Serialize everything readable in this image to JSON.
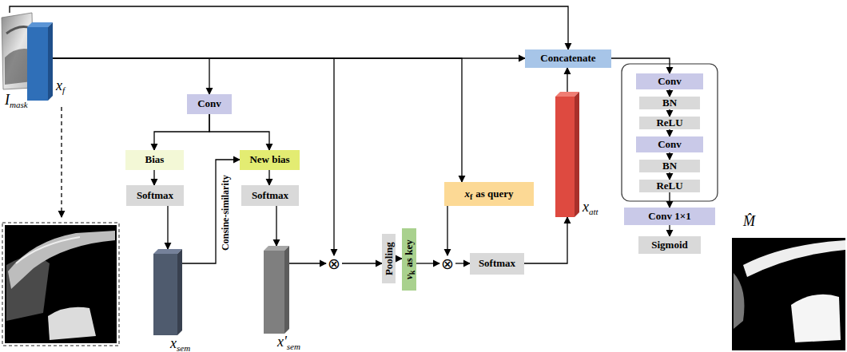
{
  "diagram": {
    "nodes": [
      {
        "text": [
          "I",
          "mask"
        ]
      },
      {
        "text": [
          "x",
          "f"
        ]
      },
      {
        "text": [
          "Conv"
        ]
      },
      {
        "text": [
          "Bias"
        ]
      },
      {
        "text": [
          "New bias"
        ]
      },
      {
        "text": [
          "Softmax"
        ]
      },
      {
        "text": [
          "Softmax"
        ]
      },
      {
        "text": [
          "x",
          "sem"
        ]
      },
      {
        "text": [
          "x'",
          "sem"
        ]
      },
      {
        "text": [
          "⊗"
        ]
      },
      {
        "text": [
          "Pooling"
        ]
      },
      {
        "text": [
          "v",
          "k",
          "as key"
        ]
      },
      {
        "text": [
          "x",
          "f",
          "as query"
        ]
      },
      {
        "text": [
          "⊗"
        ]
      },
      {
        "text": [
          "Softmax"
        ]
      },
      {
        "text": [
          "x",
          "att"
        ]
      },
      {
        "text": [
          "Concatenate"
        ]
      },
      {
        "text": [
          "Conv"
        ]
      },
      {
        "text": [
          "BN"
        ]
      },
      {
        "text": [
          "ReLU"
        ]
      },
      {
        "text": [
          "Conv"
        ]
      },
      {
        "text": [
          "BN"
        ]
      },
      {
        "text": [
          "ReLU"
        ]
      },
      {
        "text": [
          "Conv 1×1"
        ]
      },
      {
        "text": [
          "Sigmoid"
        ]
      },
      {
        "text": [
          "M̂"
        ]
      }
    ],
    "edges": [
      {
        "from": 0,
        "to": 16,
        "arrow": "to"
      },
      {
        "from": 1,
        "to": 16,
        "arrow": "to"
      },
      {
        "from": 1,
        "to": 2,
        "arrow": "to"
      },
      {
        "from": 1,
        "to": 9,
        "arrow": "to"
      },
      {
        "from": 1,
        "to": 12,
        "arrow": "to"
      },
      {
        "from": 2,
        "to": 3,
        "arrow": "to"
      },
      {
        "from": 2,
        "to": 4,
        "arrow": "to"
      },
      {
        "from": 3,
        "to": 5,
        "arrow": "to"
      },
      {
        "from": 4,
        "to": 6,
        "arrow": "to"
      },
      {
        "from": 5,
        "to": 7,
        "arrow": "to"
      },
      {
        "from": 6,
        "to": 8,
        "arrow": "to"
      },
      {
        "from": 7,
        "to": 4,
        "label": "Consine-similarity",
        "arrow": "to"
      },
      {
        "from": 8,
        "to": 9,
        "arrow": "to"
      },
      {
        "from": 9,
        "to": 10,
        "arrow": "to"
      },
      {
        "from": 10,
        "to": 11,
        "arrow": "to"
      },
      {
        "from": 11,
        "to": 13,
        "arrow": "to"
      },
      {
        "from": 12,
        "to": 13,
        "arrow": "to"
      },
      {
        "from": 13,
        "to": 14,
        "arrow": "to"
      },
      {
        "from": 14,
        "to": 15,
        "arrow": "to"
      },
      {
        "from": 15,
        "to": 16,
        "arrow": "to"
      },
      {
        "from": 16,
        "to": 17,
        "arrow": "to"
      },
      {
        "from": 17,
        "to": 18,
        "arrow": "to"
      },
      {
        "from": 18,
        "to": 19,
        "arrow": "to"
      },
      {
        "from": 19,
        "to": 20,
        "arrow": "to"
      },
      {
        "from": 20,
        "to": 21,
        "arrow": "to"
      },
      {
        "from": 21,
        "to": 22,
        "arrow": "to"
      },
      {
        "from": 22,
        "to": 23,
        "arrow": "to"
      },
      {
        "from": 23,
        "to": 24,
        "arrow": "to"
      },
      {
        "from": 24,
        "to": 25,
        "arrow": "to"
      }
    ]
  }
}
